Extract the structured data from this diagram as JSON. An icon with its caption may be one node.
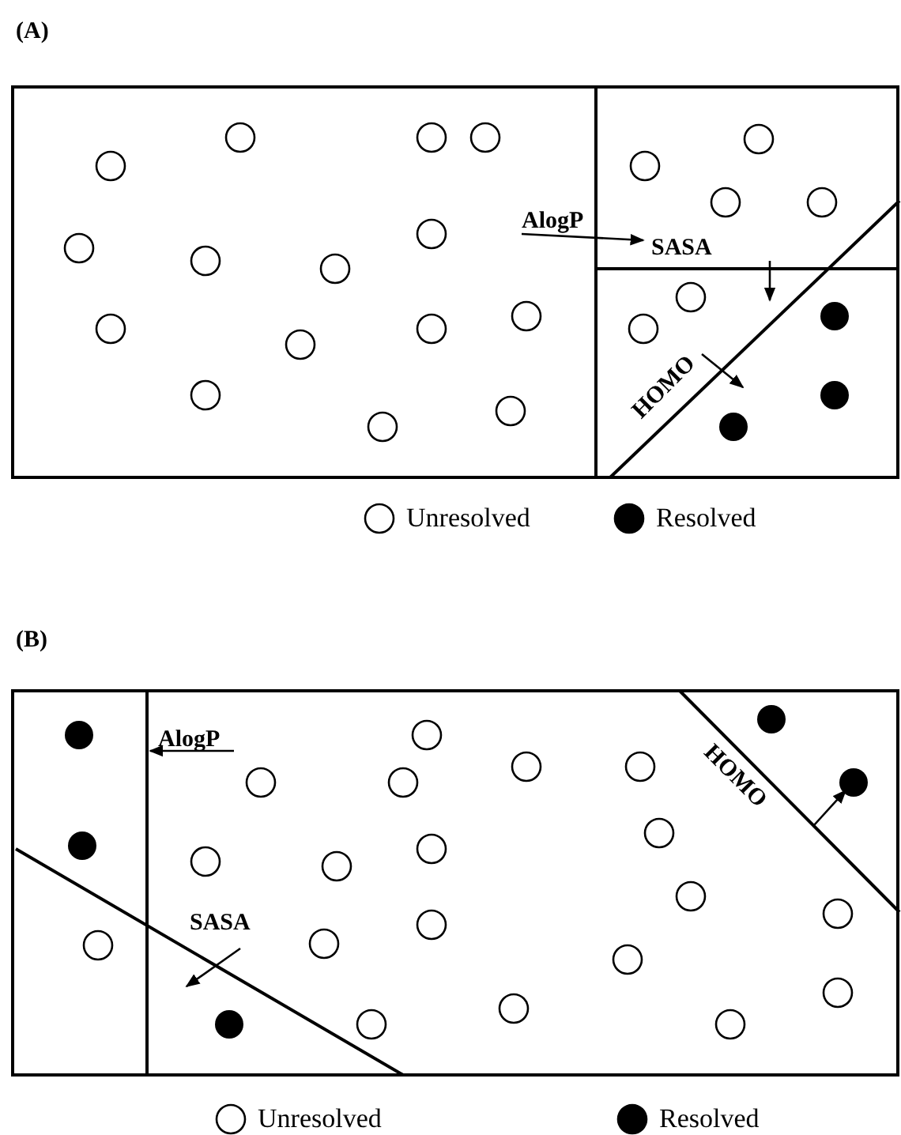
{
  "diagram": {
    "labels": [
      "(A)",
      "AlogP",
      "SASA",
      "HOMO",
      "(B)",
      "AlogP",
      "SASA",
      "HOMO"
    ],
    "legend": [
      {
        "text": "Unresolved"
      },
      {
        "text": "Resolved"
      },
      {
        "text": "Unresolved"
      },
      {
        "text": "Resolved"
      }
    ]
  }
}
